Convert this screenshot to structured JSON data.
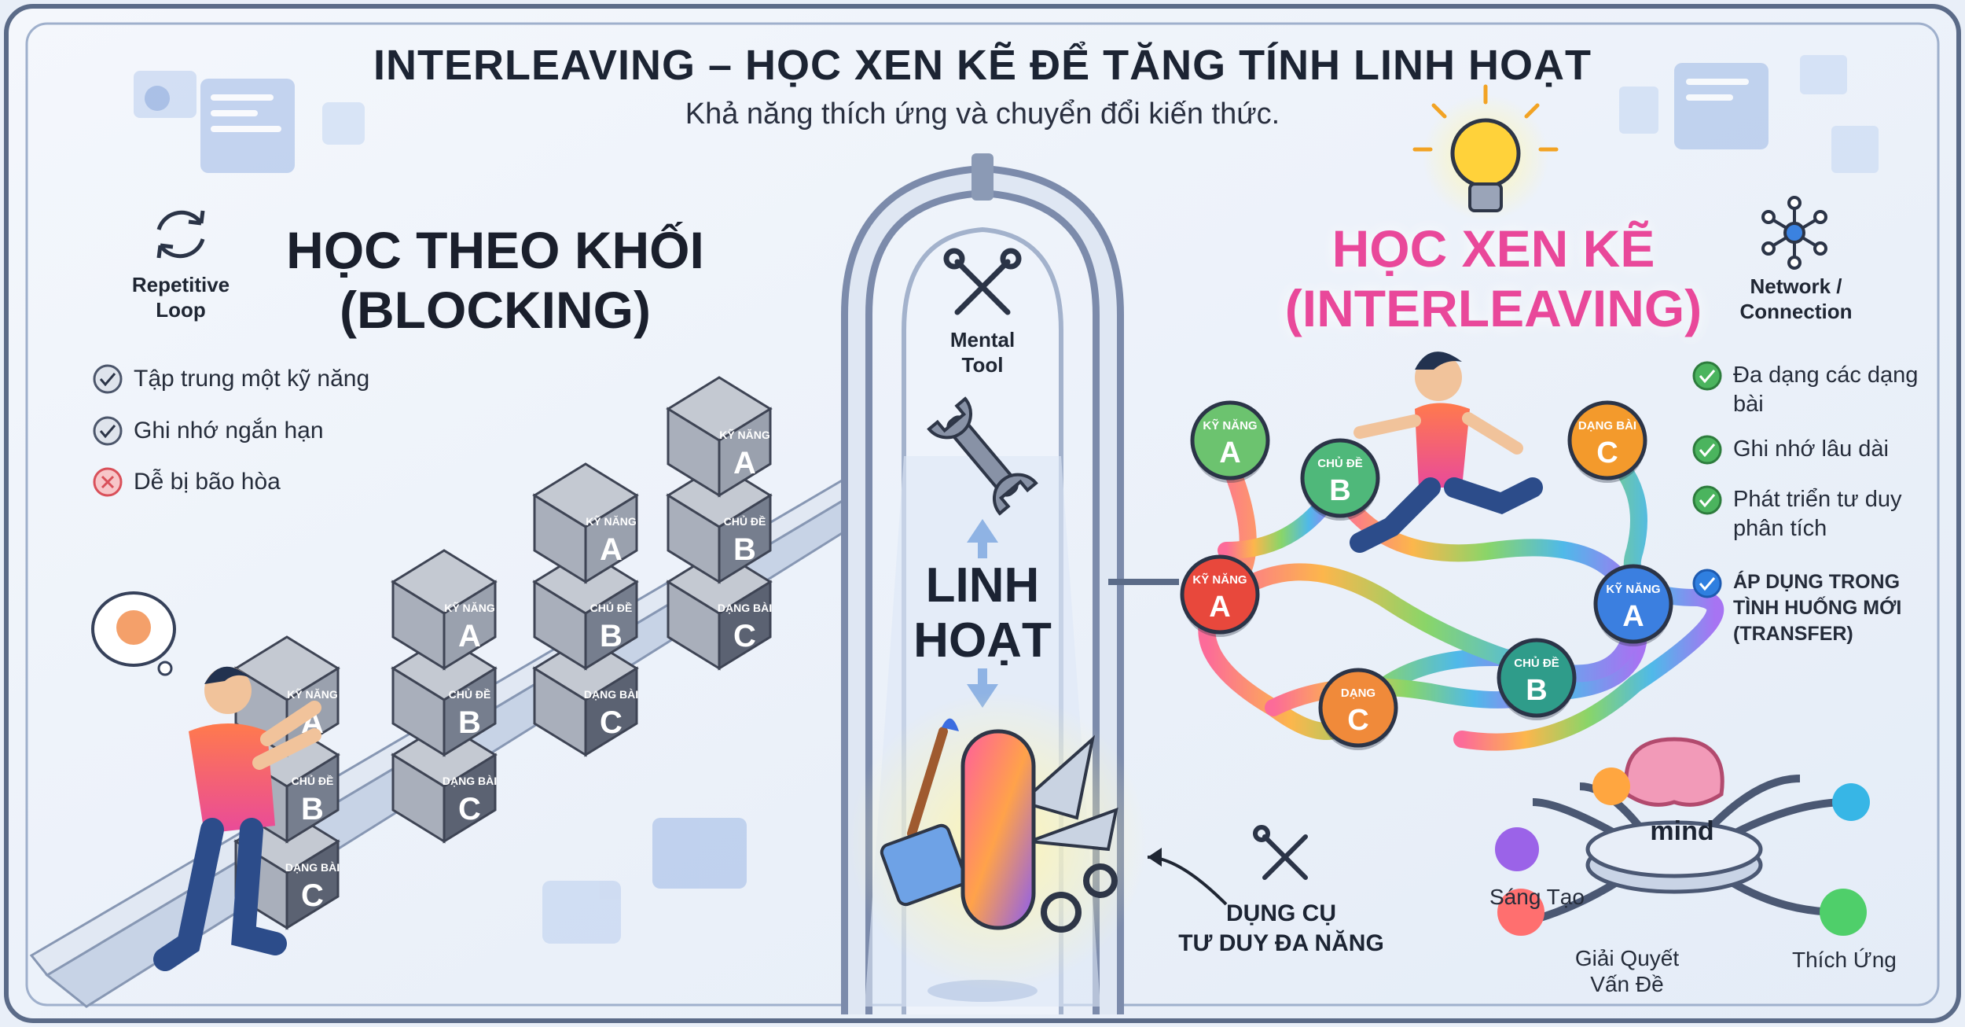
{
  "title": "INTERLEAVING – HỌC XEN KẼ ĐỂ TĂNG TÍNH LINH HOẠT",
  "subtitle": "Khả năng thích ứng và chuyển đổi kiến thức.",
  "left": {
    "icon_label_line1": "Repetitive",
    "icon_label_line2": "Loop",
    "heading_line1": "HỌC THEO KHỐI",
    "heading_line2": "(BLOCKING)",
    "items": [
      {
        "text": "Tập trung một kỹ năng",
        "status": "check"
      },
      {
        "text": "Ghi nhớ ngắn hạn",
        "status": "check"
      },
      {
        "text": "Dễ bị bão hòa",
        "status": "cross"
      }
    ],
    "blocks": {
      "top_label": "KỸ NĂNG",
      "top_letter": "A",
      "mid_label": "CHỦ ĐỀ",
      "mid_letter": "B",
      "bottom_label": "DẠNG BÀI",
      "bottom_letter": "C"
    }
  },
  "center": {
    "tool_label_line1": "Mental",
    "tool_label_line2": "Tool",
    "flex_line1": "LINH",
    "flex_line2": "HOẠT",
    "caption_line1": "DỤNG CỤ",
    "caption_line2": "TƯ DUY ĐA NĂNG"
  },
  "right": {
    "heading_line1": "HỌC XEN KẼ",
    "heading_line2": "(INTERLEAVING)",
    "icon_label_line1": "Network /",
    "icon_label_line2": "Connection",
    "items": [
      {
        "text": "Đa dạng các dạng bài",
        "emphasis": false
      },
      {
        "text": "Ghi nhớ lâu dài",
        "emphasis": false
      },
      {
        "text": "Phát triển tư duy phân tích",
        "emphasis": false
      },
      {
        "text": "ÁP DỤNG TRONG TÌNH HUỐNG MỚI (TRANSFER)",
        "emphasis": true
      }
    ],
    "nodes": [
      {
        "label": "KỸ NĂNG",
        "letter": "A",
        "color": "#6cc36f"
      },
      {
        "label": "CHỦ ĐỀ",
        "letter": "B",
        "color": "#4fb87a"
      },
      {
        "label": "DẠNG BÀI",
        "letter": "C",
        "color": "#f39a2c"
      },
      {
        "label": "KỸ NĂNG",
        "letter": "A",
        "color": "#e8483c"
      },
      {
        "label": "KỸ NĂNG",
        "letter": "A",
        "color": "#3b7fe0"
      },
      {
        "label": "DẠNG",
        "letter": "C",
        "color": "#f08a3a"
      },
      {
        "label": "CHỦ ĐỀ",
        "letter": "B",
        "color": "#2f9c8a"
      }
    ],
    "mind_label": "mind",
    "mind_outputs": [
      "Sáng Tạo",
      "Giải Quyết Vấn Đề",
      "Thích Ứng"
    ]
  },
  "colors": {
    "accent_pink": "#e9489a",
    "check_green": "#3fae5a",
    "cross_red": "#e4535c",
    "blue": "#2f7fe0"
  }
}
